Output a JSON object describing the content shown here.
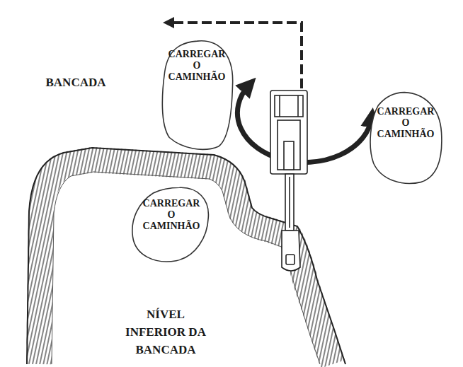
{
  "diagram": {
    "nodes": [
      {
        "text": [
          "CARREGAR O CAMINHÃO"
        ]
      },
      {
        "text": [
          "CARREGAR O CAMINHÃO"
        ]
      },
      {
        "text": [
          "CARREGAR O CAMINHÃO"
        ]
      }
    ],
    "labels": [
      "BANCADA",
      "NÍVEL INFERIOR DA BANCADA"
    ]
  }
}
